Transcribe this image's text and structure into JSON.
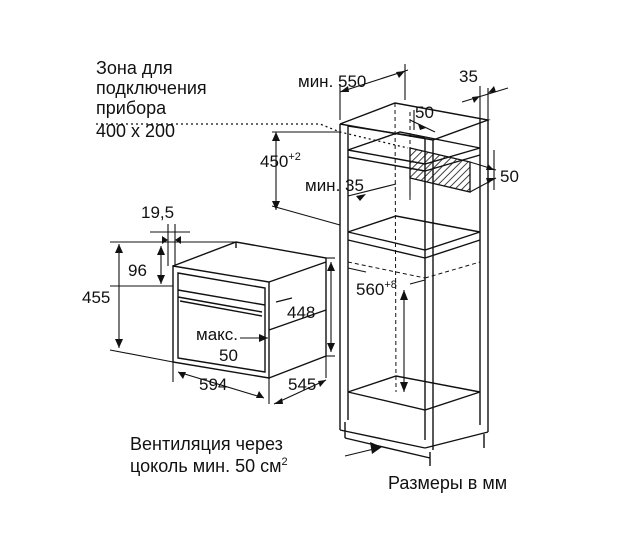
{
  "zone": {
    "line1": "Зона для",
    "line2": "подключения",
    "line3": "прибора",
    "size": "400 x 200"
  },
  "dims": {
    "min550": "мин. 550",
    "d35_top": "35",
    "d50_a": "50",
    "d50_b": "50",
    "d450": "450",
    "d450_sup": "+2",
    "min35": "мин. 35",
    "d560": "560",
    "d560_sup": "+8",
    "d19_5": "19,5",
    "d96": "96",
    "d455": "455",
    "d448": "448",
    "maks": "макс.",
    "maks50": "50",
    "d594": "594",
    "d545": "545"
  },
  "notes": {
    "vent1": "Вентиляция через",
    "vent2": "цоколь мин. 50 см",
    "vent2_sup": "2",
    "units": "Размеры в мм"
  }
}
